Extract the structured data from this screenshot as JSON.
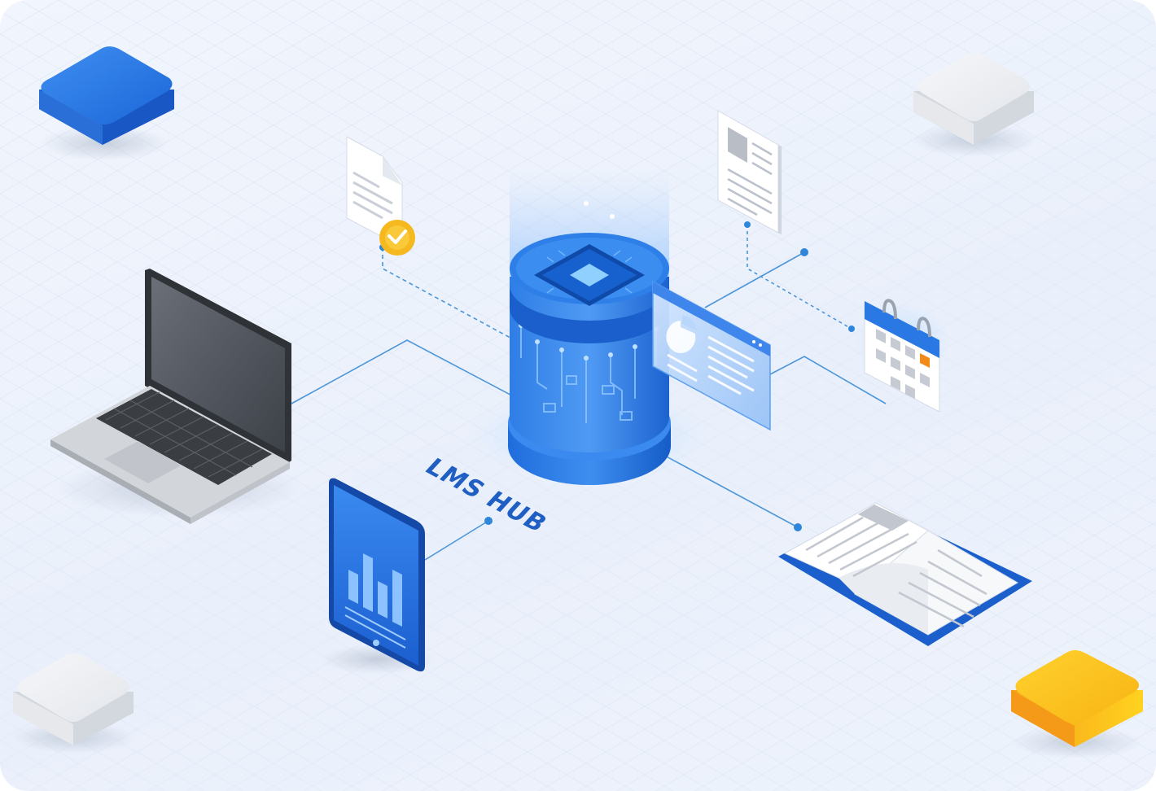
{
  "hub": {
    "label": "LMS HUB"
  },
  "colors": {
    "background": "#eef3fc",
    "primary_blue": "#1f6fe0",
    "dark_blue": "#0d4fb6",
    "connector": "#3d8fd6",
    "accent_yellow": "#f5b81e",
    "accent_orange": "#f28a1a",
    "neutral_gray": "#d9dde4"
  },
  "icons": [
    "laptop-icon",
    "tablet-bar-chart-icon",
    "certificate-document-icon",
    "article-document-icon",
    "calendar-icon",
    "analytics-dashboard-panel",
    "open-book-icon",
    "server-database-hub-icon",
    "isometric-block-decoration"
  ]
}
